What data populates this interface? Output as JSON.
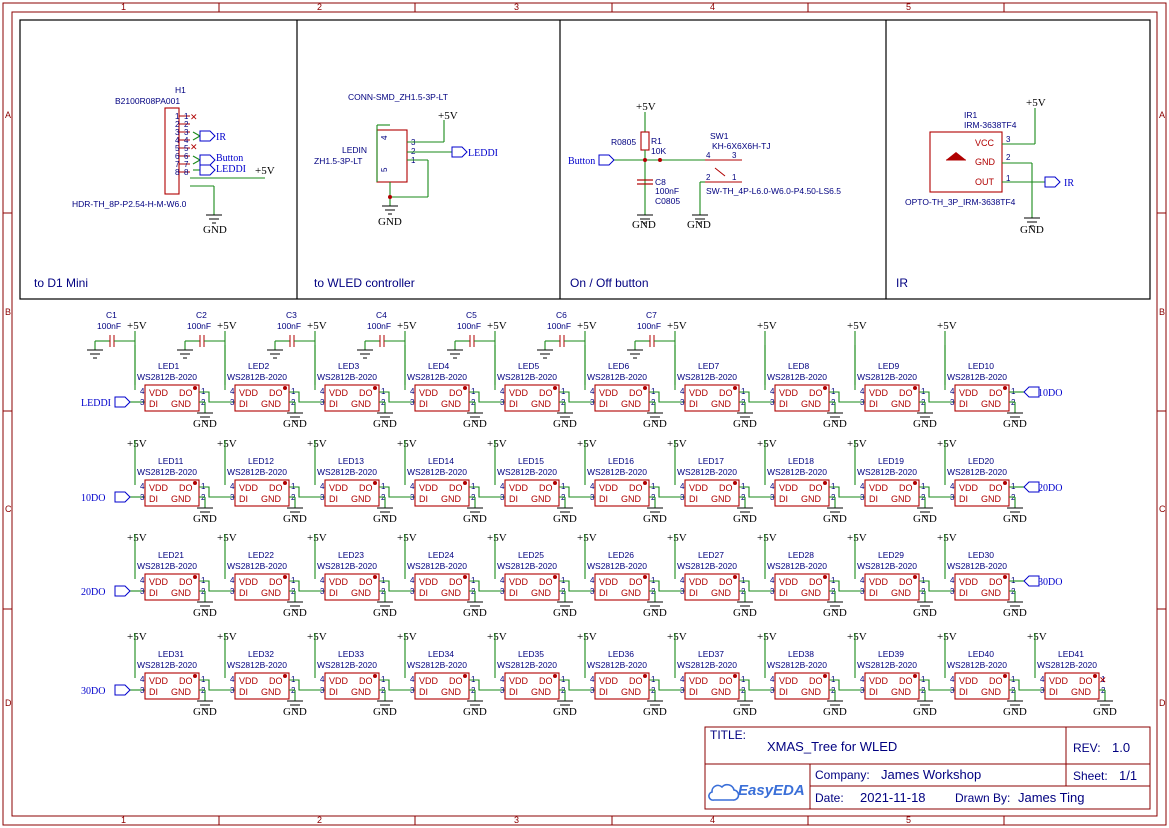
{
  "grid": {
    "cols": [
      "1",
      "2",
      "3",
      "4",
      "5"
    ],
    "rows": [
      "A",
      "B",
      "C",
      "D"
    ]
  },
  "sections": {
    "d1mini": "to D1 Mini",
    "wled": "to WLED controller",
    "onoff": "On / Off button",
    "ir": "IR"
  },
  "h1": {
    "ref": "H1",
    "part": "B2100R08PA001",
    "footprint": "HDR-TH_8P-P2.54-H-M-W6.0",
    "pins": [
      "1",
      "2",
      "3",
      "4",
      "5",
      "6",
      "7",
      "8"
    ],
    "nets": [
      "IR",
      "Button",
      "LEDDI"
    ],
    "power": "+5V",
    "gnd": "GND"
  },
  "ledin": {
    "conn_name": "CONN-SMD_ZH1.5-3P-LT",
    "ref": "LEDIN",
    "footprint": "ZH1.5-3P-LT",
    "pins": [
      "3",
      "2",
      "1",
      "4",
      "5"
    ],
    "net": "LEDDI",
    "power": "+5V",
    "gnd": "GND"
  },
  "button": {
    "r_ref": "R0805",
    "r_name": "R1",
    "r_val": "10K",
    "c_ref": "C8",
    "c_val": "100nF",
    "c_pkg": "C0805",
    "sw_ref": "SW1",
    "sw_part": "KH-6X6X6H-TJ",
    "sw_fp": "SW-TH_4P-L6.0-W6.0-P4.50-LS6.5",
    "sw_pins": [
      "4",
      "3",
      "2",
      "1"
    ],
    "net": "Button",
    "power": "+5V",
    "gnd1": "GND",
    "gnd2": "GND"
  },
  "ir": {
    "ref": "IR1",
    "part": "IRM-3638TF4",
    "footprint": "OPTO-TH_3P_IRM-3638TF4",
    "pin_vcc": "VCC",
    "pin_gnd": "GND",
    "pin_out": "OUT",
    "pin_nums": [
      "3",
      "2",
      "1"
    ],
    "net": "IR",
    "power": "+5V",
    "gnd": "GND"
  },
  "caps": [
    {
      "ref": "C1",
      "val": "100nF"
    },
    {
      "ref": "C2",
      "val": "100nF"
    },
    {
      "ref": "C3",
      "val": "100nF"
    },
    {
      "ref": "C4",
      "val": "100nF"
    },
    {
      "ref": "C5",
      "val": "100nF"
    },
    {
      "ref": "C6",
      "val": "100nF"
    },
    {
      "ref": "C7",
      "val": "100nF"
    }
  ],
  "led_part": "WS2812B-2020",
  "led_pins": {
    "vdd": "VDD",
    "do": "DO",
    "di": "DI",
    "gnd": "GND",
    "n1": "1",
    "n2": "2",
    "n3": "3",
    "n4": "4"
  },
  "led_power": "+5V",
  "led_gnd": "GND",
  "led_rows": [
    {
      "in": "LEDDI",
      "out": "10DO",
      "leds": [
        "LED1",
        "LED2",
        "LED3",
        "LED4",
        "LED5",
        "LED6",
        "LED7",
        "LED8",
        "LED9",
        "LED10"
      ]
    },
    {
      "in": "10DO",
      "out": "20DO",
      "leds": [
        "LED11",
        "LED12",
        "LED13",
        "LED14",
        "LED15",
        "LED16",
        "LED17",
        "LED18",
        "LED19",
        "LED20"
      ]
    },
    {
      "in": "20DO",
      "out": "30DO",
      "leds": [
        "LED21",
        "LED22",
        "LED23",
        "LED24",
        "LED25",
        "LED26",
        "LED27",
        "LED28",
        "LED29",
        "LED30"
      ]
    },
    {
      "in": "30DO",
      "out": "",
      "leds": [
        "LED31",
        "LED32",
        "LED33",
        "LED34",
        "LED35",
        "LED36",
        "LED37",
        "LED38",
        "LED39",
        "LED40",
        "LED41"
      ]
    }
  ],
  "title_block": {
    "title_label": "TITLE:",
    "title": "XMAS_Tree for WLED",
    "rev_label": "REV:",
    "rev": "1.0",
    "company_label": "Company:",
    "company": "James Workshop",
    "sheet_label": "Sheet:",
    "sheet": "1/1",
    "date_label": "Date:",
    "date": "2021-11-18",
    "drawn_label": "Drawn By:",
    "drawn": "James Ting",
    "logo": "EasyEDA"
  }
}
